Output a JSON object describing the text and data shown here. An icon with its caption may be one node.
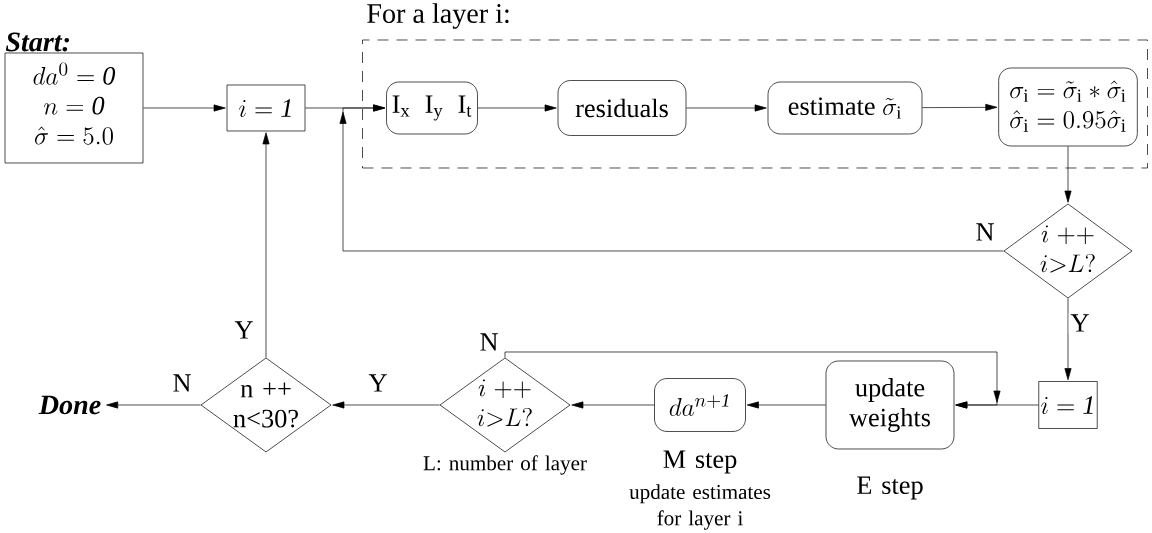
{
  "diagram": {
    "nodes": [
      {
        "text": [
          "Start:",
          "\\begin{array}{c} da^{0}= \\mathit{0} \\\\ n = \\mathit{0} \\\\ \\hat{\\sigma} = 5.0 \\end{array}"
        ]
      },
      {
        "text": [
          "i = \\mathit{1}"
        ]
      },
      {
        "text": [
          "For a layer i:"
        ]
      },
      {
        "text": [
          "\\mathrm{I}_{\\mathrm{x}}\\;\\;\\mathrm{I}_{\\mathrm{y}}\\;\\;\\mathrm{I}_{\\mathrm{t}}"
        ],
        "in": 2
      },
      {
        "text": [
          "residuals"
        ],
        "in": 2
      },
      {
        "text": [
          "\\mbox{estimate }\\tilde{\\sigma}_{\\mathrm{i}}"
        ],
        "in": 2
      },
      {
        "text": [
          "\\begin{array}{c} \\sigma_{\\mathrm{i}}=\\tilde{\\sigma}_{\\mathrm{i}}*\\hat{\\sigma}_{\\mathrm{i}} \\\\ \\hat{\\sigma}_{\\mathrm{i}}=0.95\\hat{\\sigma}_{\\mathrm{i}} \\end{array}"
        ],
        "in": 2
      },
      {
        "text": [
          "\\begin{array}{c} i\\;{+}{+} \\\\ i{>}L? \\end{array}"
        ]
      },
      {
        "text": [
          "i = \\mathit{1}"
        ]
      },
      {
        "text": [
          "update weights"
        ],
        "beside": [
          "E step"
        ]
      },
      {
        "text": [
          "da^{n+\\mathit{1}}"
        ],
        "beside": [
          "M step",
          "update estimates for layer i"
        ]
      },
      {
        "text": [
          "\\begin{array}{c} i\\;{+}{+} \\\\ i{>}L? \\end{array}"
        ],
        "beside": [
          "L: number of layer"
        ]
      },
      {
        "text": [
          "n ++ n<30?"
        ]
      },
      {
        "text": [
          "Done"
        ]
      }
    ],
    "edges": [
      {
        "from": 0,
        "to": 1,
        "arrow": "to"
      },
      {
        "from": 1,
        "to": 3,
        "arrow": "to"
      },
      {
        "from": 3,
        "to": 4,
        "arrow": "to"
      },
      {
        "from": 4,
        "to": 5,
        "arrow": "to"
      },
      {
        "from": 5,
        "to": 6,
        "arrow": "to"
      },
      {
        "from": 6,
        "to": 7,
        "arrow": "to"
      },
      {
        "from": 7,
        "to": 3,
        "arrow": "to",
        "label": "N"
      },
      {
        "from": 7,
        "to": 8,
        "arrow": "to",
        "label": "Y"
      },
      {
        "from": 8,
        "to": 9,
        "arrow": "to"
      },
      {
        "from": 11,
        "to": 9,
        "arrow": "to",
        "label": "N"
      },
      {
        "from": 9,
        "to": 10,
        "arrow": "to"
      },
      {
        "from": 10,
        "to": 11,
        "arrow": "to"
      },
      {
        "from": 11,
        "to": 12,
        "arrow": "to",
        "label": "Y"
      },
      {
        "from": 12,
        "to": 1,
        "arrow": "to",
        "label": "Y"
      },
      {
        "from": 12,
        "to": 13,
        "arrow": "to",
        "label": "N"
      }
    ]
  }
}
